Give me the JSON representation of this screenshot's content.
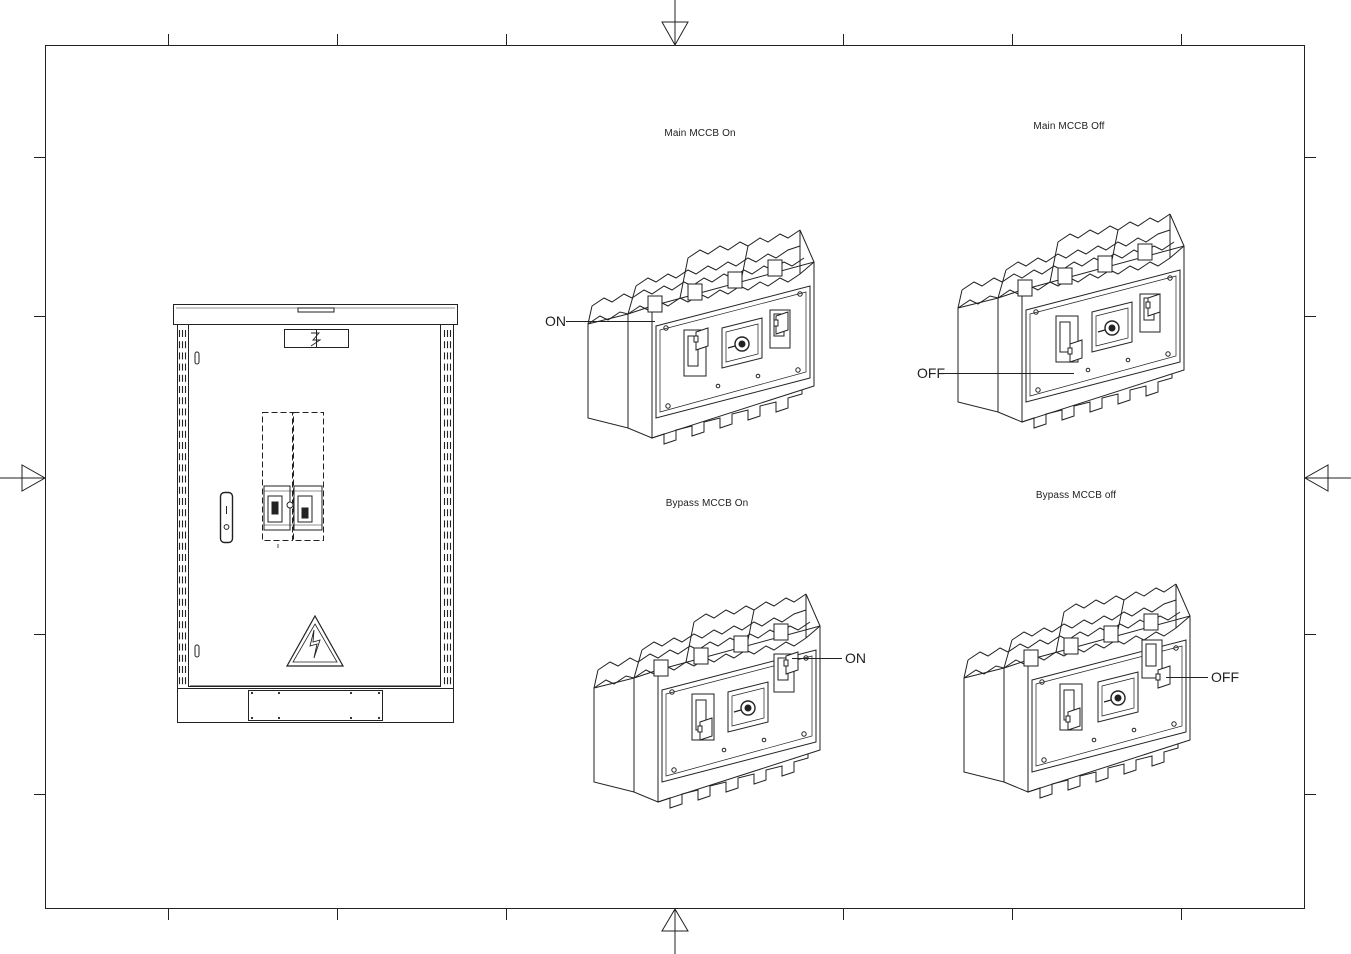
{
  "panels": [
    {
      "title": "Main MCCB On",
      "callout": "ON"
    },
    {
      "title": "Main MCCB Off",
      "callout": "OFF"
    },
    {
      "title": "Bypass MCCB On",
      "callout": "ON"
    },
    {
      "title": "Bypass MCCB off",
      "callout": "OFF"
    }
  ],
  "colors": {
    "line": "#222222",
    "paper": "#ffffff"
  }
}
